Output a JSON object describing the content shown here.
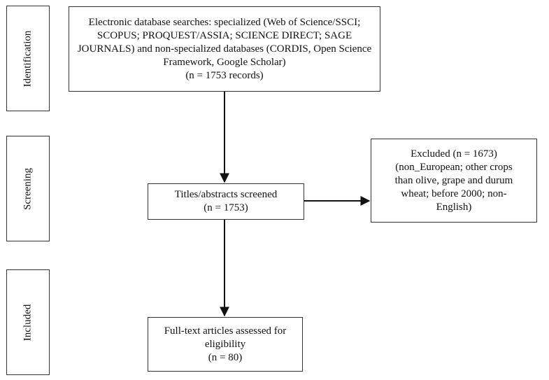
{
  "stages": {
    "identification": "Identification",
    "screening": "Screening",
    "included": "Included"
  },
  "boxes": {
    "search": {
      "lines": [
        "Electronic database searches: specialized (Web of Science/SSCI;",
        "SCOPUS; PROQUEST/ASSIA; SCIENCE DIRECT; SAGE",
        "JOURNALS) and non-specialized databases (CORDIS, Open Science",
        "Framework, Google Scholar)",
        "(n = 1753 records)"
      ]
    },
    "screened": {
      "lines": [
        "Titles/abstracts screened",
        "(n = 1753)"
      ]
    },
    "excluded": {
      "lines": [
        "Excluded (n = 1673)",
        "(non_European; other crops",
        "than olive, grape and durum",
        "wheat; before 2000; non-",
        "English)"
      ]
    },
    "fulltext": {
      "lines": [
        "Full-text articles assessed for",
        "eligibility",
        "(n = 80)"
      ]
    }
  }
}
